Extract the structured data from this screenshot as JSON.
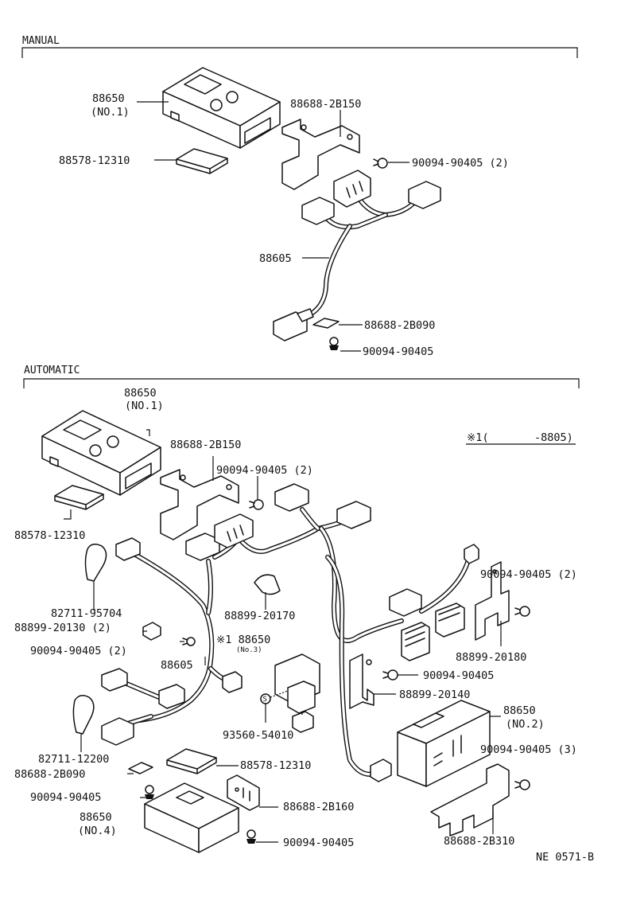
{
  "sections": {
    "manual": "MANUAL",
    "automatic": "AUTOMATIC"
  },
  "note": {
    "prefix": "※1(",
    "value": "-8805)"
  },
  "footer": "NE 0571-B",
  "manual_labels": {
    "p88650": "88650",
    "p88650_no": "(NO.1)",
    "p88688_2b150": "88688-2B150",
    "p88578_12310": "88578-12310",
    "p90094_90405_2": "90094-90405 (2)",
    "p88605": "88605",
    "p88688_2b090": "88688-2B090",
    "p90094_90405": "90094-90405"
  },
  "automatic_labels": {
    "p88650": "88650",
    "p88650_no": "(NO.1)",
    "p88688_2b150": "88688-2B150",
    "p90094_90405_2a": "90094-90405 (2)",
    "p88578_12310": "88578-12310",
    "p82711_95704": "82711-95704",
    "p88899_20130": "88899-20130 (2)",
    "p88899_20170": "88899-20170",
    "p90094_90405_2b": "90094-90405 (2)",
    "p88650_star": "※1 88650",
    "p88650_star_no": "(No.3)",
    "p88605": "88605",
    "p93560_54010": "93560-54010",
    "p82711_12200": "82711-12200",
    "p88688_2b090": "88688-2B090",
    "p88578_12310_b": "88578-12310",
    "p90094_90405_a": "90094-90405",
    "p88688_2b160": "88688-2B160",
    "p88650_4": "88650",
    "p88650_4_no": "(NO.4)",
    "p90094_90405_b": "90094-90405",
    "p90094_90405_2c": "90094-90405 (2)",
    "p88899_20180": "88899-20180",
    "p90094_90405_c": "90094-90405",
    "p88899_20140": "88899-20140",
    "p88650_2": "88650",
    "p88650_2_no": "(NO.2)",
    "p90094_90405_3": "90094-90405 (3)",
    "p88688_2b310": "88688-2B310"
  }
}
